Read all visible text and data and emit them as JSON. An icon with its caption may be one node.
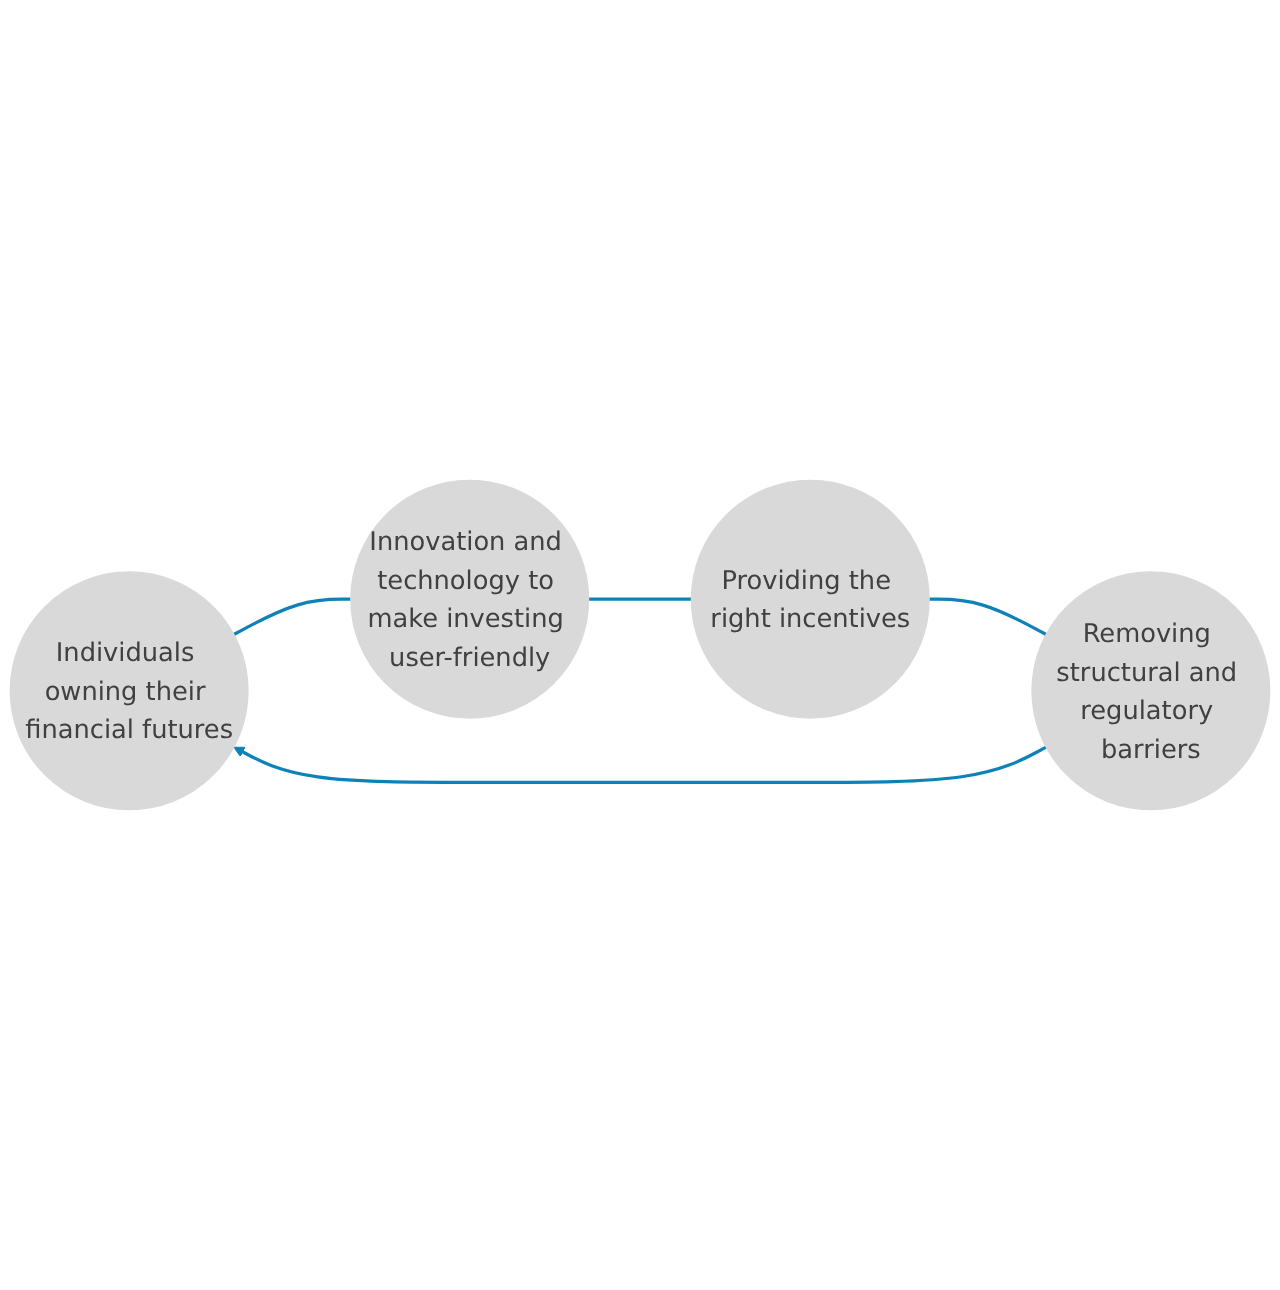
{
  "diagram": {
    "nodes": [
      {
        "text": [
          "Individuals owning their financial futures"
        ]
      },
      {
        "text": [
          "Innovation and technology to make investing user-friendly"
        ]
      },
      {
        "text": [
          "Removing structural and regulatory barriers"
        ]
      },
      {
        "text": [
          "Providing the right incentives"
        ]
      }
    ],
    "edges": [
      {
        "from": 0,
        "to": 1,
        "arrow": "none"
      },
      {
        "from": 1,
        "to": 3,
        "arrow": "none"
      },
      {
        "from": 3,
        "to": 2,
        "arrow": "none"
      },
      {
        "from": 2,
        "to": 0,
        "arrow": "to"
      }
    ]
  }
}
